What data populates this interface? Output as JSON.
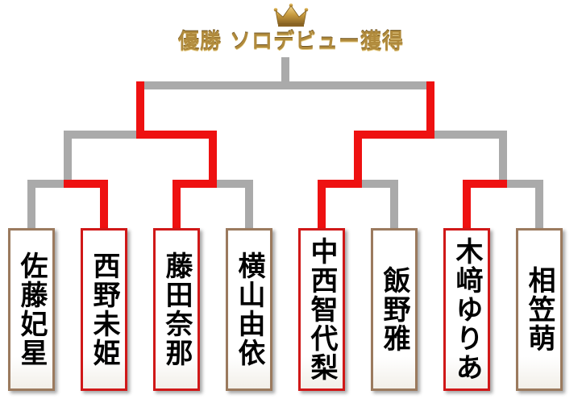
{
  "title": "優勝 ソロデビュー獲得",
  "colors": {
    "win_line": "#ee1111",
    "lose_line": "#aaaaaa",
    "title_gold": "#b08a3c",
    "card_border": "#9b7a5e",
    "card_border_winner": "#d01818"
  },
  "icons": {
    "crown": "crown-icon"
  },
  "entrants": [
    {
      "name": "佐藤妃星",
      "first_round_winner": false
    },
    {
      "name": "西野未姫",
      "first_round_winner": true
    },
    {
      "name": "藤田奈那",
      "first_round_winner": true
    },
    {
      "name": "横山由依",
      "first_round_winner": false
    },
    {
      "name": "中西智代梨",
      "first_round_winner": true
    },
    {
      "name": "飯野雅",
      "first_round_winner": false
    },
    {
      "name": "木﨑ゆりあ",
      "first_round_winner": true
    },
    {
      "name": "相笠萌",
      "first_round_winner": false
    }
  ],
  "results": {
    "round1_winners": [
      1,
      2,
      4,
      6
    ],
    "round2_winners": [
      2,
      4
    ],
    "final_winner": null
  }
}
